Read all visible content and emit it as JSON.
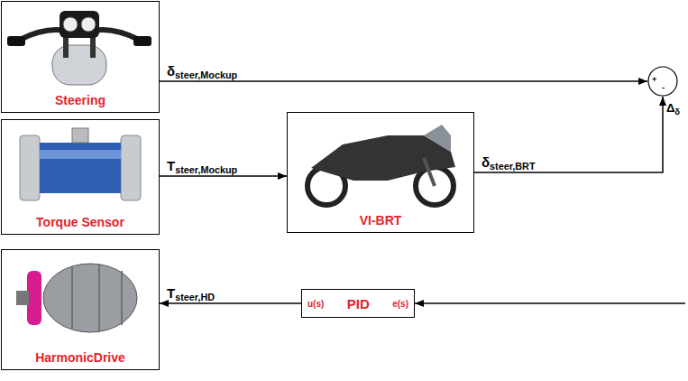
{
  "diagram": {
    "nodes": [
      {
        "text": [
          "Steering"
        ]
      },
      {
        "text": [
          "Torque Sensor"
        ]
      },
      {
        "text": [
          "VI-BRT"
        ]
      },
      {
        "text": [
          "HarmonicDrive"
        ]
      },
      {
        "text": [
          "u(s)",
          "PID",
          "e(s)"
        ]
      },
      {
        "text": [
          "+",
          "-"
        ]
      }
    ],
    "edges": [
      {
        "from": 0,
        "to": 5,
        "arrow": "to",
        "label": "δsteer,Mockup"
      },
      {
        "from": 1,
        "to": 2,
        "arrow": "to",
        "label": "Tsteer,Mockup"
      },
      {
        "from": 2,
        "to": 5,
        "arrow": "to",
        "label": "δsteer,BRT"
      },
      {
        "from": 4,
        "to": 3,
        "arrow": "to",
        "label": "Tsteer,HD"
      }
    ],
    "labels": [
      "Δδ"
    ]
  }
}
